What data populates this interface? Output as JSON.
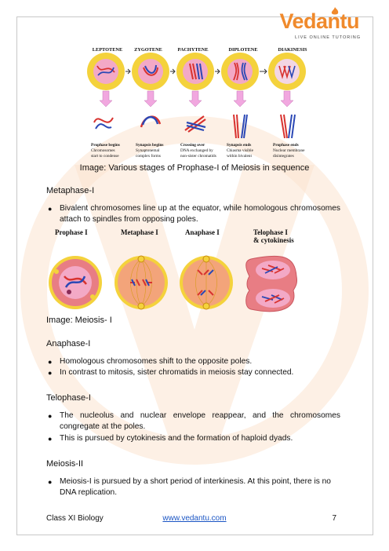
{
  "logo": {
    "name": "Vedantu",
    "tagline": "LIVE ONLINE TUTORING"
  },
  "prophase_figure": {
    "stages": [
      {
        "label": "LEPTOTENE",
        "title": "Prophase begins",
        "desc": [
          "Chromosomes",
          "start to condense"
        ]
      },
      {
        "label": "ZYGOTENE",
        "title": "Synapsis begins",
        "desc": [
          "Synaptonemal",
          "complex forms"
        ]
      },
      {
        "label": "PACHYTENE",
        "title": "Crossing over",
        "desc": [
          "DNA exchanged by",
          "non-sister chromatids"
        ]
      },
      {
        "label": "DIPLOTENE",
        "title": "Synapsis ends",
        "desc": [
          "Chiasma visible",
          "within bivalent"
        ]
      },
      {
        "label": "DIAKINESIS",
        "title": "Prophase ends",
        "desc": [
          "Nuclear membrane",
          "disintegrates"
        ]
      }
    ],
    "caption": "Image: Various stages of Prophase-I of Meiosis in sequence"
  },
  "metaphase": {
    "heading": "Metaphase-I",
    "bullets": [
      "Bivalent chromosomes line up at the equator, while homologous chromosomes attach to spindles from opposing poles."
    ]
  },
  "meiosis_figure": {
    "labels": [
      "Prophase I",
      "Metaphase I",
      "Anaphase I",
      "Telophase I",
      "& cytokinesis"
    ],
    "caption": "Image: Meiosis- I"
  },
  "anaphase": {
    "heading": "Anaphase-I",
    "bullets": [
      "Homologous chromosomes shift to the opposite poles.",
      "In contrast to mitosis, sister chromatids in meiosis stay connected."
    ]
  },
  "telophase": {
    "heading": "Telophase-I",
    "bullets": [
      "The nucleolus and nuclear envelope reappear, and the chromosomes congregate at the poles.",
      "This is pursued by cytokinesis and the formation of haploid dyads."
    ]
  },
  "meiosis2": {
    "heading": "Meiosis-II",
    "bullets": [
      "Meiosis-I is pursued by a short period of interkinesis. At this point, there is no DNA replication."
    ]
  },
  "footer": {
    "subject": "Class XI Biology",
    "link": "www.vedantu.com",
    "page": "7"
  },
  "colors": {
    "brand_orange": "#f08a2c",
    "link_blue": "#1a55c4",
    "cell_yellow": "#f4d23c",
    "nucleus_pink": "#f3a9c6",
    "chromosome_red": "#d8322f",
    "chromosome_blue": "#2b48b5",
    "arrow_pink": "#f1a7df"
  }
}
